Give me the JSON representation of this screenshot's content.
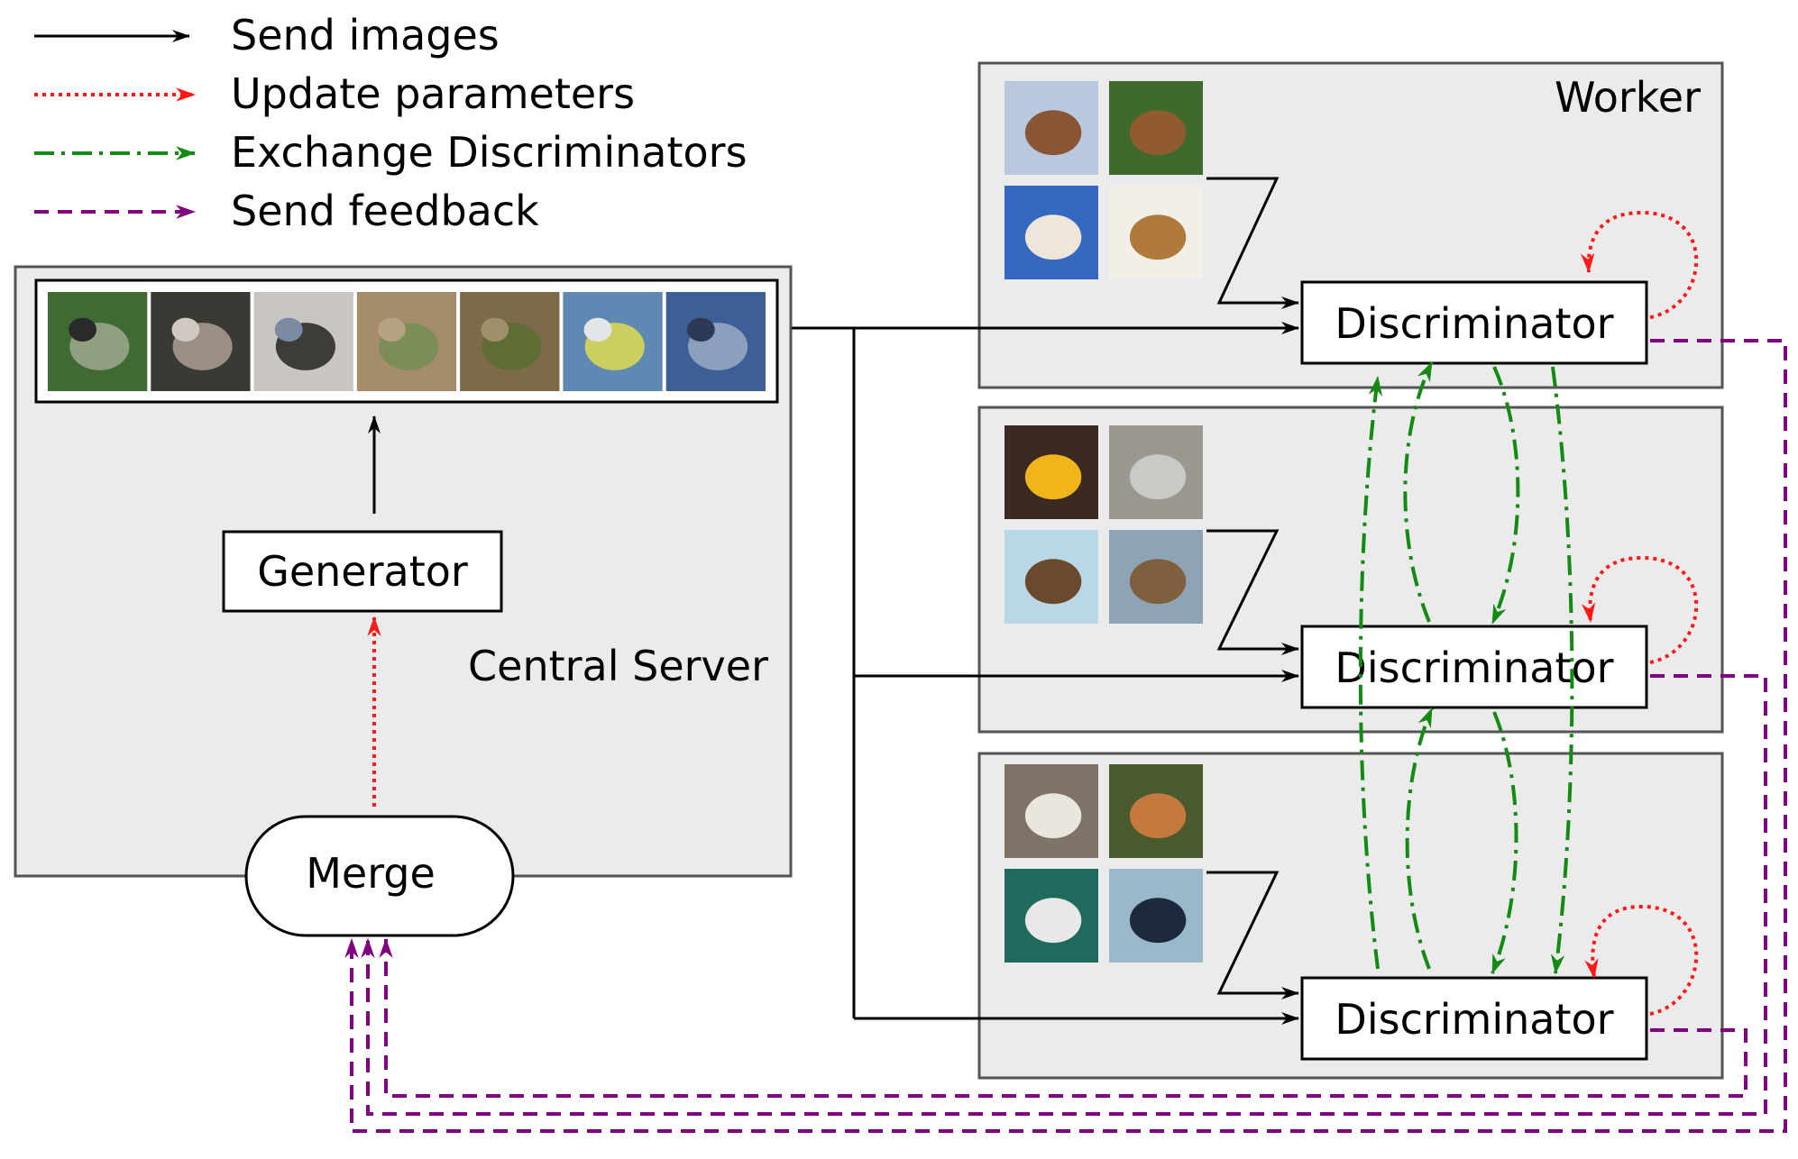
{
  "legend": {
    "send_images": "Send images",
    "update_parameters": "Update parameters",
    "exchange_discriminators": "Exchange Discriminators",
    "send_feedback": "Send feedback"
  },
  "central_server": {
    "title": "Central Server",
    "generator_label": "Generator",
    "merge_label": "Merge",
    "generated_images": [
      {
        "icon": "generated-airplane",
        "colors": [
          "#3f6a32",
          "#8f9f7f",
          "#2a2a2a"
        ]
      },
      {
        "icon": "generated-animal",
        "colors": [
          "#3a3a34",
          "#9a8f86",
          "#cfc9c2"
        ]
      },
      {
        "icon": "generated-dog",
        "colors": [
          "#c9c5c2",
          "#3d3c38",
          "#7b8aa3"
        ]
      },
      {
        "icon": "generated-blur",
        "colors": [
          "#a58d6c",
          "#7c8d58",
          "#b5a282"
        ]
      },
      {
        "icon": "generated-deer",
        "colors": [
          "#7c6a49",
          "#5f6c36",
          "#9e906a"
        ]
      },
      {
        "icon": "generated-plane",
        "colors": [
          "#5f88b2",
          "#cbcf5f",
          "#e3e6e9"
        ]
      },
      {
        "icon": "generated-car",
        "colors": [
          "#3e5f96",
          "#8aa0bd",
          "#2c3a55"
        ]
      }
    ]
  },
  "workers": [
    {
      "title": "Worker",
      "discriminator_label": "Discriminator",
      "images": [
        {
          "icon": "deer-image",
          "colors": [
            "#b8c8df",
            "#8a5535"
          ]
        },
        {
          "icon": "deer-forest-image",
          "colors": [
            "#3f6a2e",
            "#8f5b2f"
          ]
        },
        {
          "icon": "puppy-image",
          "colors": [
            "#3568c1",
            "#efe6da"
          ]
        },
        {
          "icon": "pekingese-image",
          "colors": [
            "#f2efe9",
            "#b07a3c"
          ]
        }
      ]
    },
    {
      "title": "",
      "discriminator_label": "Discriminator",
      "images": [
        {
          "icon": "yellow-car-image",
          "colors": [
            "#3a2a22",
            "#f1b51c"
          ]
        },
        {
          "icon": "silver-car-image",
          "colors": [
            "#9a9690",
            "#c9c9c6"
          ]
        },
        {
          "icon": "bird-branch-image",
          "colors": [
            "#b9d7e6",
            "#6a4a2c"
          ]
        },
        {
          "icon": "sparrow-image",
          "colors": [
            "#8ea3b3",
            "#7e5f3e"
          ]
        }
      ]
    },
    {
      "title": "",
      "discriminator_label": "Discriminator",
      "images": [
        {
          "icon": "horse-rider-image",
          "colors": [
            "#7d7366",
            "#e9e6df"
          ]
        },
        {
          "icon": "horse-child-image",
          "colors": [
            "#4a5a2e",
            "#c47a3e"
          ]
        },
        {
          "icon": "speedboat-image",
          "colors": [
            "#1f6a5c",
            "#e8e8e8"
          ]
        },
        {
          "icon": "ship-image",
          "colors": [
            "#9bb7cc",
            "#1d2a3c"
          ]
        }
      ]
    }
  ],
  "colors": {
    "send_images": "#000000",
    "update_parameters": "#ff1a1a",
    "exchange_discriminators": "#138a13",
    "send_feedback": "#800080",
    "panel_fill": "#ebebeb",
    "panel_stroke": "#555555"
  }
}
